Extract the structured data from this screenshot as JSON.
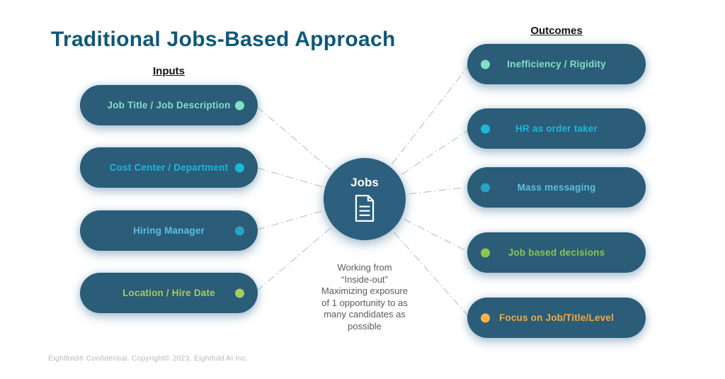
{
  "title": "Traditional Jobs-Based Approach",
  "inputs": {
    "heading": "Inputs",
    "items": [
      {
        "label": "Job Title / Job Description",
        "color": "#82dfc5",
        "dot_color": "#82dfc5"
      },
      {
        "label": "Cost Center / Department",
        "color": "#1cb8d9",
        "dot_color": "#1cb8d9"
      },
      {
        "label": "Hiring Manager",
        "color": "#5cc0e2",
        "dot_color": "#2aa2c5"
      },
      {
        "label": "Location / Hire Date",
        "color": "#a6cb5f",
        "dot_color": "#a6cb5f"
      }
    ]
  },
  "outcomes": {
    "heading": "Outcomes",
    "items": [
      {
        "label": "Inefficiency / Rigidity",
        "color": "#82dfc5",
        "dot_color": "#82dfc5"
      },
      {
        "label": "HR as order taker",
        "color": "#1cb8d9",
        "dot_color": "#1cb8d9"
      },
      {
        "label": "Mass messaging",
        "color": "#5cc0e2",
        "dot_color": "#2aa2c5"
      },
      {
        "label": "Job based decisions",
        "color": "#8cc450",
        "dot_color": "#8cc450"
      },
      {
        "label": "Focus on Job/Title/Level",
        "color": "#f3ab3e",
        "dot_color": "#f5b44a"
      }
    ]
  },
  "center": {
    "label": "Jobs",
    "icon": "document-icon",
    "description_lines": [
      "Working from",
      "“Inside-out”",
      "Maximizing exposure",
      "of 1 opportunity to as",
      "many candidates as",
      "possible"
    ]
  },
  "footer": "Eightfold® Confidential. Copyright© 2023, Eightfold AI Inc.",
  "colors": {
    "pill_bg": "#2b5c78",
    "circle_bg": "#2d5f7e",
    "title": "#0e5878",
    "connector": "#c9ccce",
    "description": "#595a5c",
    "footer": "#b3b9c3"
  }
}
